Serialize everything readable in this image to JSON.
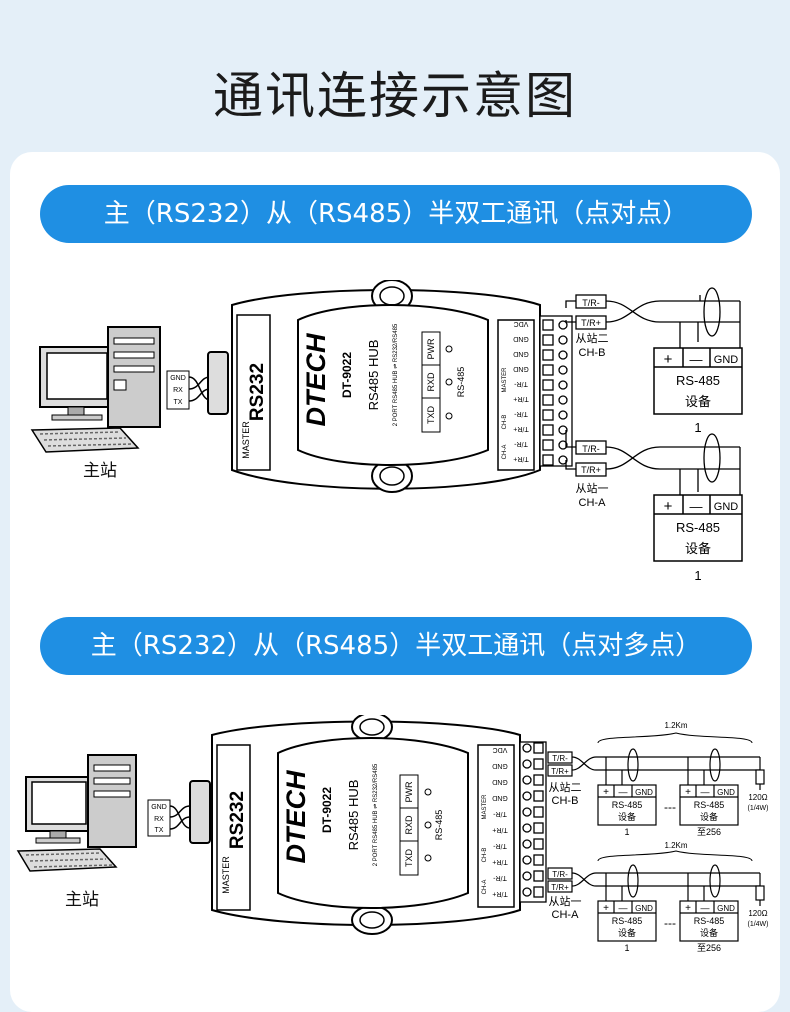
{
  "title": "通讯连接示意图",
  "sections": [
    {
      "heading": "主（RS232）从（RS485）半双工通讯（点对点）"
    },
    {
      "heading": "主（RS232）从（RS485）半双工通讯（点对多点）"
    }
  ],
  "device": {
    "logo": "DTECH",
    "model": "DT-9022",
    "product": "RS485 HUB",
    "subtitle": "2 PORT RS485 HUB ⇌ RS232/RS485",
    "port_label": "RS232",
    "master_label": "MASTER",
    "leds": [
      "TXD",
      "RXD",
      "PWR"
    ],
    "rs485_label": "RS-485",
    "terminals": [
      "VDC",
      "GND",
      "GND",
      "GND",
      "T/R-",
      "T/R+",
      "T/R-",
      "T/R+",
      "T/R-",
      "T/R+"
    ],
    "side_tags": [
      "MASTER",
      "CH-B",
      "CH-A"
    ]
  },
  "pc": {
    "label": "主站",
    "pins": [
      "GND",
      "RX",
      "TX"
    ]
  },
  "lines": {
    "minus": "T/R-",
    "plus": "T/R+"
  },
  "slaves": [
    {
      "station": "从站二",
      "channel": "CH-B"
    },
    {
      "station": "从站一",
      "channel": "CH-A"
    }
  ],
  "rs485_box": {
    "plus": "+",
    "minus": "—",
    "gnd": "GND",
    "name": "RS-485",
    "cn": "设备"
  },
  "node_first": "1",
  "node_last": "至256",
  "cable_length": "1.2Km",
  "dots": "---",
  "terminator": "120Ω",
  "terminator_note": "(1/4W)"
}
